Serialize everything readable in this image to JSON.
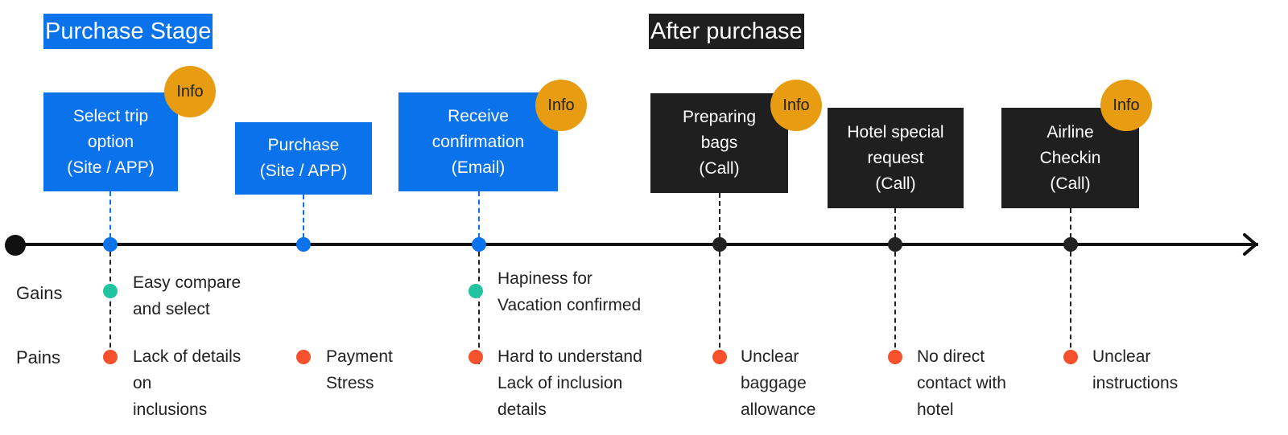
{
  "stages": {
    "purchase": "Purchase Stage",
    "after": "After purchase"
  },
  "rows": {
    "gains": "Gains",
    "pains": "Pains"
  },
  "info_label": "Info",
  "steps": [
    {
      "lines": [
        "Select trip",
        "option",
        "(Site / APP)"
      ],
      "gain": "Easy compare\nand select",
      "pain": "Lack of details\non\ninclusions"
    },
    {
      "lines": [
        "Purchase",
        "(Site / APP)"
      ],
      "pain": "Payment\nStress"
    },
    {
      "lines": [
        "Receive",
        "confirmation",
        "(Email)"
      ],
      "gain": "Hapiness for\nVacation confirmed",
      "pain": "Hard to understand\nLack of inclusion\ndetails"
    },
    {
      "lines": [
        "Preparing",
        "bags",
        "(Call)"
      ],
      "pain": "Unclear\nbaggage\nallowance"
    },
    {
      "lines": [
        "Hotel special",
        "request",
        "(Call)"
      ],
      "pain": "No direct\ncontact with\nhotel"
    },
    {
      "lines": [
        "Airline",
        "Checkin",
        "(Call)"
      ],
      "pain": "Unclear\ninstructions"
    }
  ],
  "colors": {
    "purchase_stage": "#0a73eb",
    "after_purchase": "#1f1f1f",
    "info_badge": "#e89c12",
    "gain_dot": "#20c4a0",
    "pain_dot": "#f4512c"
  }
}
